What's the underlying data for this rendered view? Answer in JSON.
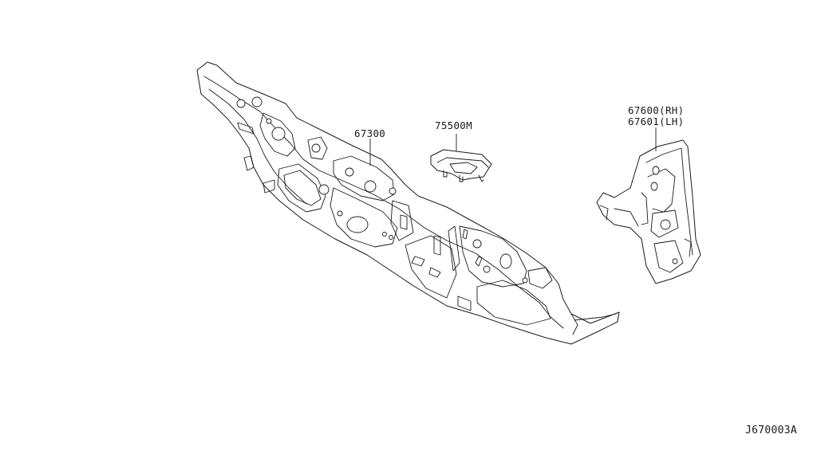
{
  "diagram": {
    "parts": [
      {
        "id": "dash-lower",
        "part_number": "67300"
      },
      {
        "id": "bracket",
        "part_number": "75500M"
      },
      {
        "id": "side-panel",
        "part_number_rh": "67600(RH)",
        "part_number_lh": "67601(LH)"
      }
    ],
    "drawing_code": "J670003A"
  }
}
